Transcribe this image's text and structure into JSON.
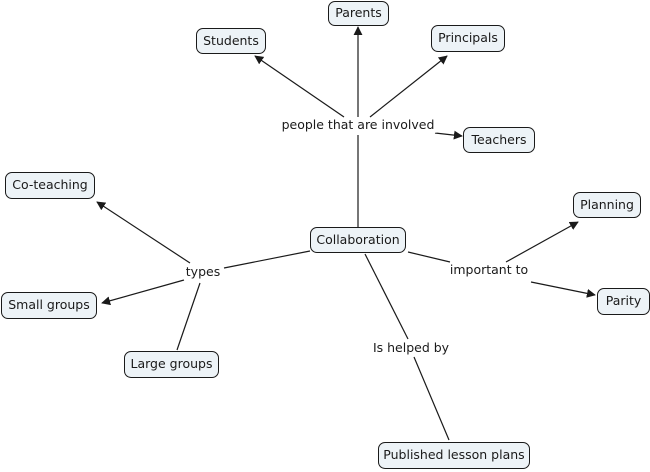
{
  "concept_map": {
    "colors": {
      "node_fill": "#edf3f7",
      "node_border": "#1a1a1a",
      "line": "#1a1a1a",
      "background": "#ffffff"
    },
    "nodes": {
      "collaboration": "Collaboration",
      "parents": "Parents",
      "students": "Students",
      "principals": "Principals",
      "teachers": "Teachers",
      "co_teaching": "Co-teaching",
      "small_groups": "Small groups",
      "large_groups": "Large groups",
      "planning": "Planning",
      "parity": "Parity",
      "published_lesson_plans": "Published lesson plans"
    },
    "linking_phrases": {
      "people": "people that are involved",
      "types": "types",
      "important": "important to",
      "helped": "Is helped by"
    }
  }
}
